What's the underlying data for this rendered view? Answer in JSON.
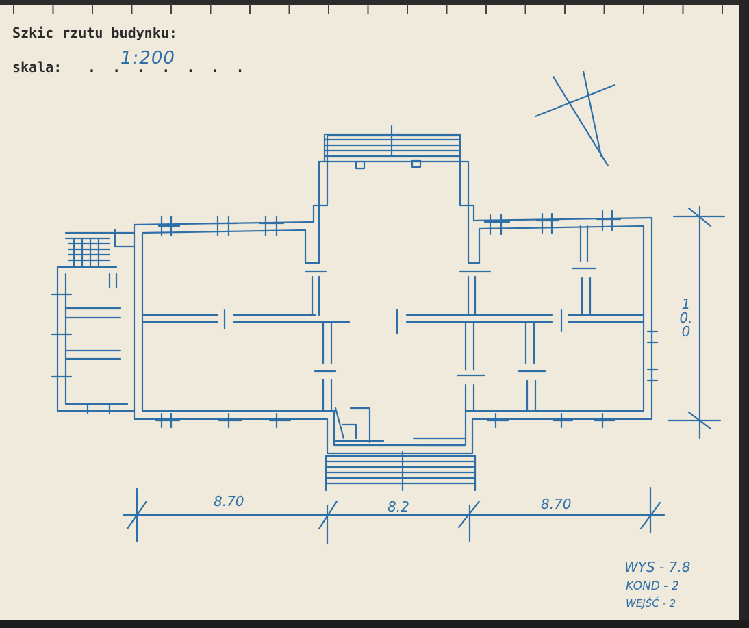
{
  "form": {
    "title": "Szkic rzutu budynku:",
    "scale_label": "skala:",
    "scale_dots": ". . . . . . .",
    "scale_value": "1:200"
  },
  "dimensions": {
    "left_wing": "8.70",
    "center": "8.2",
    "right_wing": "8.70",
    "depth": "10.0"
  },
  "notes": {
    "line1": "WYS - 7.8",
    "line2": "KOND - 2",
    "line3": "WEJŚĆ - 2"
  },
  "colors": {
    "paper": "#efeadb",
    "ink": "#2f6fa8",
    "print": "#2a2a2a"
  },
  "icons": [
    "north-arrow-icon"
  ]
}
